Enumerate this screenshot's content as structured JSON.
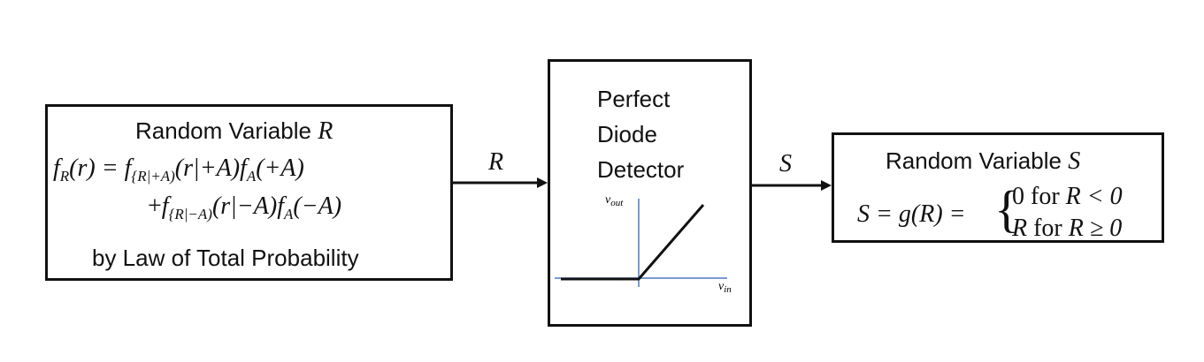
{
  "left_box": {
    "title_text": "Random Variable",
    "title_var": "R",
    "line1_lhs_f": "f",
    "line1_lhs_sub": "R",
    "line1_lhs_arg": "(r) = ",
    "line1_rhs_f": "f",
    "line1_rhs_sub": "{R|+A)",
    "line1_rhs_rest": "(r|+A)",
    "line1_rhs_f2": "f",
    "line1_rhs_sub2": "A",
    "line1_rhs_arg2": "(+A)",
    "line2_plus": "+",
    "line2_f": "f",
    "line2_sub": "{R|−A)",
    "line2_rest": "(r|−A)",
    "line2_f2": "f",
    "line2_sub2": "A",
    "line2_arg2": "(−A)",
    "footer": "by Law of Total Probability"
  },
  "arrow_left_label": "R",
  "middle_box": {
    "title_lines": [
      "Perfect",
      "Diode",
      "Detector"
    ],
    "y_axis_label": "v",
    "y_axis_sub": "out",
    "x_axis_label": "v",
    "x_axis_sub": "in"
  },
  "arrow_right_label": "S",
  "right_box": {
    "title_text": "Random Variable",
    "title_var": "S",
    "eq_lhs": "S = g(R) = ",
    "case1_val": "0",
    "case1_for": " for ",
    "case1_cond": "R < 0",
    "case2_val": "R",
    "case2_for": " for ",
    "case2_cond": "R ≥ 0"
  },
  "colors": {
    "axis": "#4a78c4",
    "line": "#111111"
  }
}
